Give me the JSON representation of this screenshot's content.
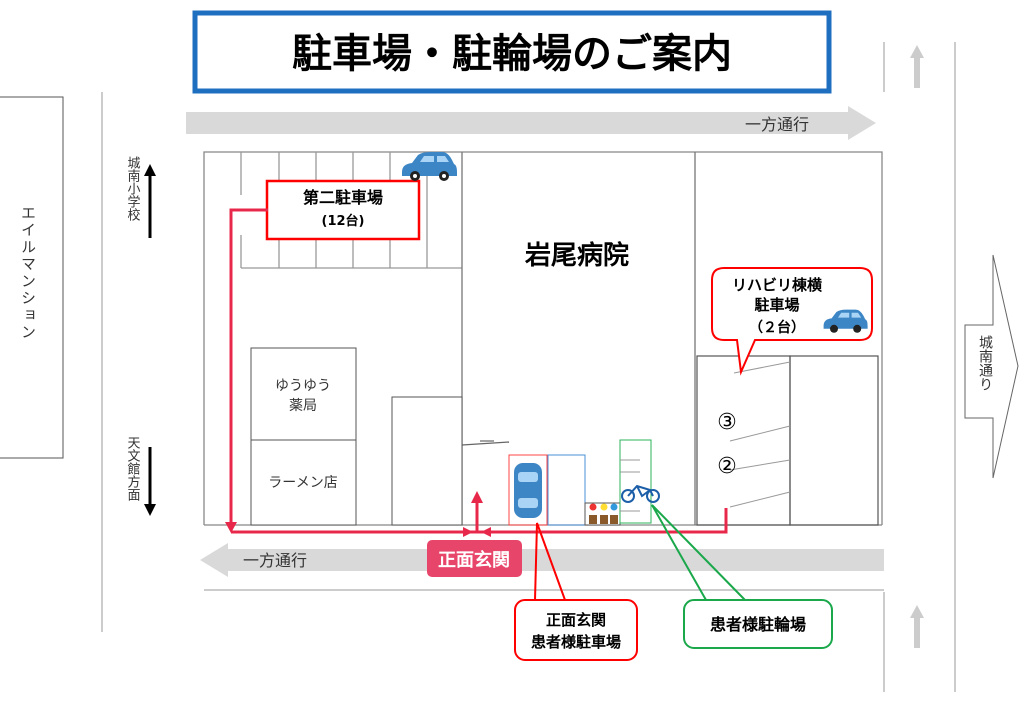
{
  "title": "駐車場・駐輪場のご案内",
  "roads": {
    "top_one_way": "一方通行",
    "bottom_one_way": "一方通行",
    "left_up": "城南小学校",
    "left_down": "天文館方面",
    "right_street": "城南通り"
  },
  "buildings": {
    "mansion": "エイルマンション",
    "hospital": "岩尾病院",
    "pharmacy_line1": "ゆうゆう",
    "pharmacy_line2": "薬局",
    "ramen": "ラーメン店"
  },
  "parking": {
    "second_lot_name": "第二駐車場",
    "second_lot_count": "(12台)",
    "rehab_line1": "リハビリ棟横",
    "rehab_line2": "駐車場",
    "rehab_count": "（２台）",
    "slot_3": "③",
    "slot_2": "②",
    "entrance_badge": "正面玄関",
    "front_line1": "正面玄関",
    "front_line2": "患者様駐車場",
    "bicycle": "患者様駐輪場"
  },
  "colors": {
    "title_border": "#1f6fc0",
    "route": "#e8284a",
    "badge": "#e8456b",
    "bike": "#1aa84b",
    "road": "#d9d9d9",
    "car": "#3d86c6"
  }
}
